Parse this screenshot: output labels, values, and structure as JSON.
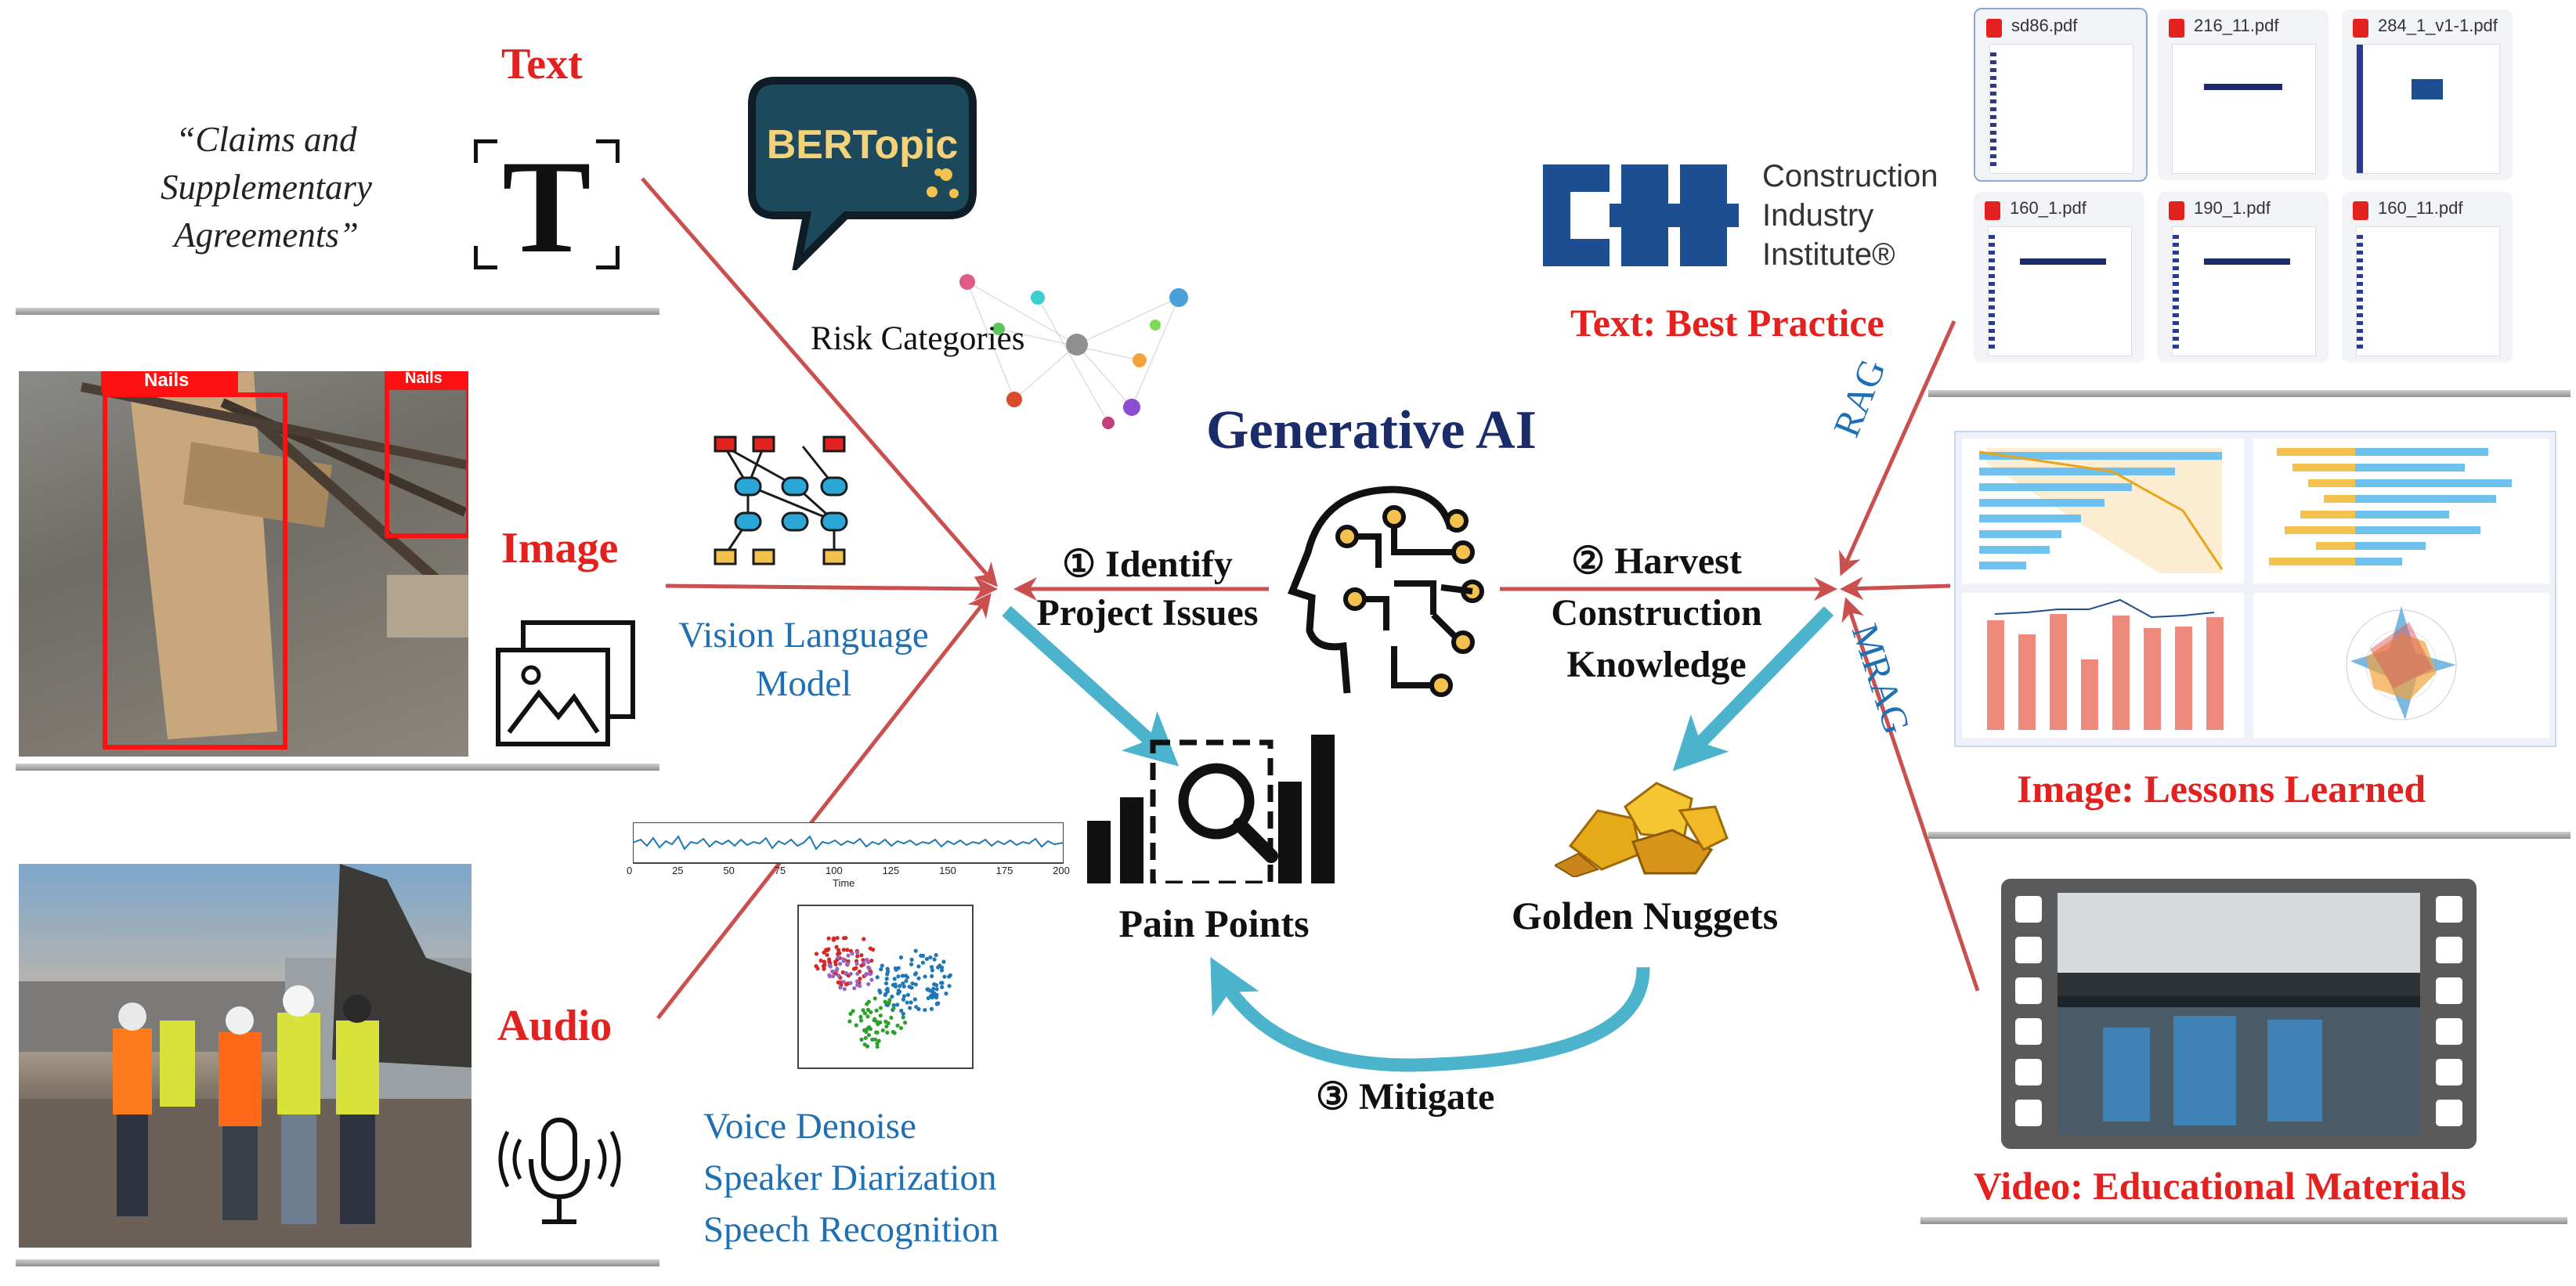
{
  "title": "Generative AI",
  "inputs": {
    "text": {
      "label": "Text",
      "quote": "“Claims and Supplementary Agreements”",
      "model": "BERTopic",
      "output": "Risk Categories"
    },
    "image": {
      "label": "Image",
      "model": "Vision Language Model",
      "box_label": "Nails"
    },
    "audio": {
      "label": "Audio",
      "steps": [
        "Voice Denoise",
        "Speaker Diarization",
        "Speech Recognition"
      ],
      "waveform_ticks": [
        "0",
        "25",
        "50",
        "75",
        "100",
        "125",
        "150",
        "175",
        "200"
      ],
      "waveform_axis": "Time"
    }
  },
  "steps": {
    "identify": {
      "num": "①",
      "line1": "Identify",
      "line2": "Project Issues"
    },
    "harvest": {
      "num": "②",
      "line1": "Harvest",
      "line2": "Construction",
      "line3": "Knowledge"
    },
    "mitigate": {
      "num": "③",
      "label": "Mitigate"
    }
  },
  "outputs": {
    "pain_points": "Pain Points",
    "golden_nuggets": "Golden Nuggets"
  },
  "sources": {
    "cii": {
      "line1": "Construction",
      "line2": "Industry",
      "line3": "Institute®",
      "logo_text": "CII"
    },
    "text_label": "Text: Best Practice",
    "image_label": "Image: Lessons Learned",
    "video_label": "Video: Educational Materials",
    "rag": "RAG",
    "mrag": "MRAG",
    "pdfs": [
      "sd86.pdf",
      "216_11.pdf",
      "284_1_v1-1.pdf",
      "160_1.pdf",
      "190_1.pdf",
      "160_11.pdf"
    ]
  },
  "colors": {
    "red": "#e3211f",
    "blue": "#1f6fb4",
    "arrow_blue": "#4bb3cc",
    "arrow_red": "#c9504f",
    "navy": "#1b2c6b",
    "cii_blue": "#1d4e91"
  }
}
